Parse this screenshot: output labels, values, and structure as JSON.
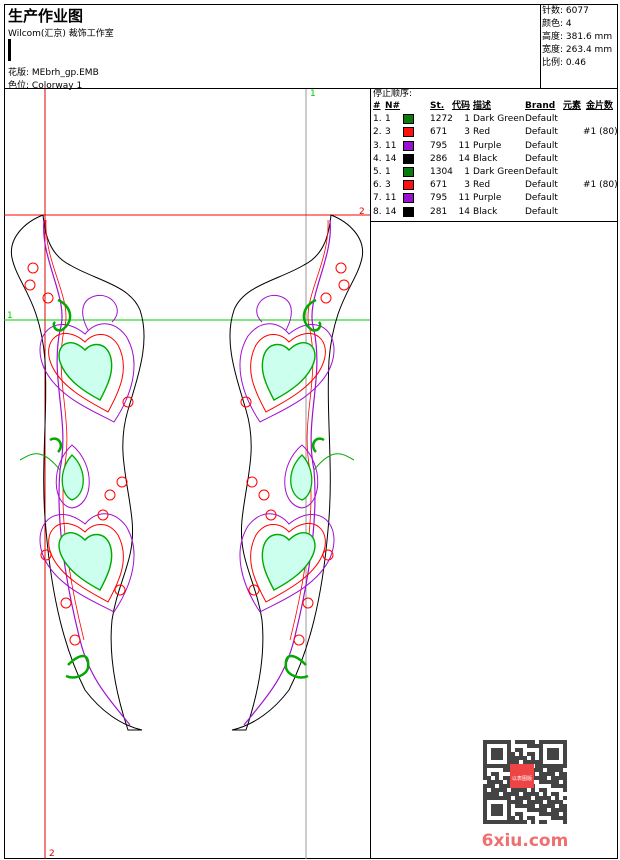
{
  "header": {
    "title": "生产作业图",
    "studio": "Wilcom(汇京) 裁饰工作室",
    "design_label": "花版:",
    "design_file": "MEbrh_gp.EMB",
    "colorway_label": "色位:",
    "colorway": "Colorway 1"
  },
  "info": [
    {
      "label": "针数:",
      "value": "6077"
    },
    {
      "label": "颜色:",
      "value": "4"
    },
    {
      "label": "高度:",
      "value": "381.6 mm"
    },
    {
      "label": "宽度:",
      "value": "263.4 mm"
    },
    {
      "label": "比例:",
      "value": "0.46"
    }
  ],
  "stop_sequence": {
    "caption": "停止顺序:",
    "columns": [
      "#",
      "N#",
      "",
      "St.",
      "代码",
      "描述",
      "Brand",
      "元素",
      "金片数"
    ],
    "rows": [
      {
        "idx": "1.",
        "n": "1",
        "color": "#0a7a0a",
        "st": "1272",
        "code": "1",
        "desc": "Dark Green",
        "brand": "Default",
        "elem": "",
        "seq": ""
      },
      {
        "idx": "2.",
        "n": "3",
        "color": "#ff1010",
        "st": "671",
        "code": "3",
        "desc": "Red",
        "brand": "Default",
        "elem": "",
        "seq": "#1 (80)"
      },
      {
        "idx": "3.",
        "n": "11",
        "color": "#9a10d0",
        "st": "795",
        "code": "11",
        "desc": "Purple",
        "brand": "Default",
        "elem": "",
        "seq": ""
      },
      {
        "idx": "4.",
        "n": "14",
        "color": "#000000",
        "st": "286",
        "code": "14",
        "desc": "Black",
        "brand": "Default",
        "elem": "",
        "seq": ""
      },
      {
        "idx": "5.",
        "n": "1",
        "color": "#0a7a0a",
        "st": "1304",
        "code": "1",
        "desc": "Dark Green",
        "brand": "Default",
        "elem": "",
        "seq": ""
      },
      {
        "idx": "6.",
        "n": "3",
        "color": "#ff1010",
        "st": "671",
        "code": "3",
        "desc": "Red",
        "brand": "Default",
        "elem": "",
        "seq": "#1 (80)"
      },
      {
        "idx": "7.",
        "n": "11",
        "color": "#9a10d0",
        "st": "795",
        "code": "11",
        "desc": "Purple",
        "brand": "Default",
        "elem": "",
        "seq": ""
      },
      {
        "idx": "8.",
        "n": "14",
        "color": "#000000",
        "st": "281",
        "code": "14",
        "desc": "Black",
        "brand": "Default",
        "elem": "",
        "seq": ""
      }
    ]
  },
  "guides": {
    "v1": "1",
    "v2": "2",
    "h1": "1",
    "h2": "2"
  },
  "watermark": {
    "stamp": "以表图版",
    "site": "6xiu.com"
  }
}
